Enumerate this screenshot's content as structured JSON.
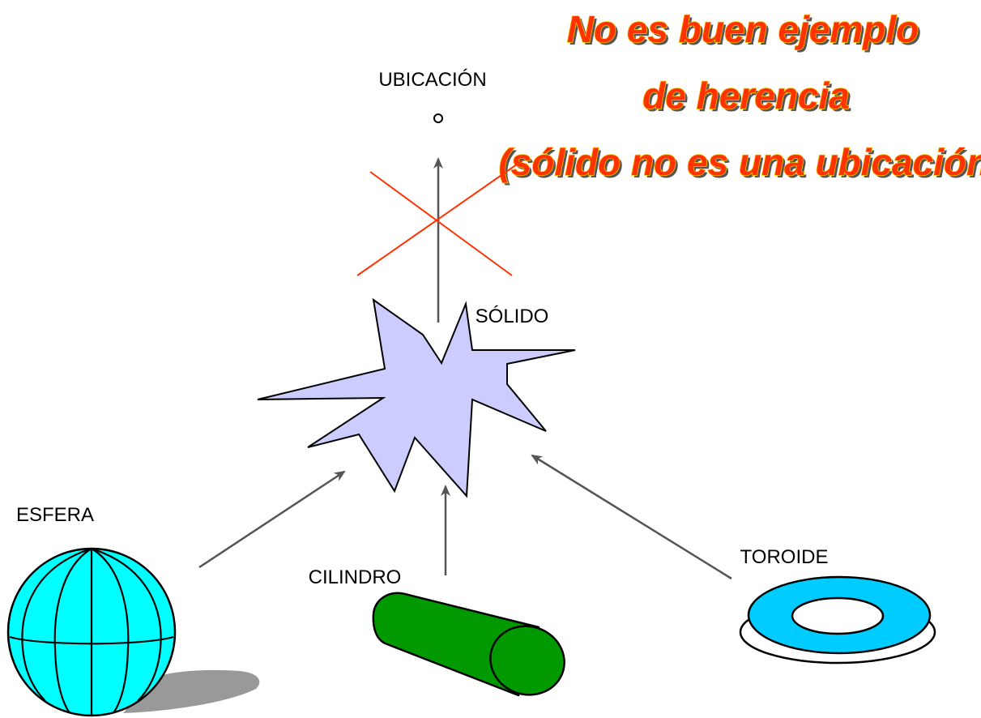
{
  "diagram": {
    "nodes": {
      "location": {
        "label": "UBICACIÓN"
      },
      "solid": {
        "label": "SÓLIDO"
      },
      "sphere": {
        "label": "ESFERA"
      },
      "cylinder": {
        "label": "CILINDRO"
      },
      "torus": {
        "label": "TOROIDE"
      }
    },
    "note": {
      "lines": [
        "No es buen ejemplo",
        "de herencia",
        "(sólido no es una ubicación)"
      ]
    },
    "edges": [
      {
        "from": "solid",
        "to": "location",
        "crossed_out": true
      },
      {
        "from": "sphere",
        "to": "solid"
      },
      {
        "from": "cylinder",
        "to": "solid"
      },
      {
        "from": "torus",
        "to": "solid"
      }
    ],
    "colors": {
      "solid_fill": "#ccccff",
      "sphere_fill": "#00ffff",
      "cylinder_fill": "#009900",
      "torus_fill": "#00ccff",
      "arrow": "#555555",
      "cross": "#ff3300",
      "note_text": "#ff3300",
      "note_outline": "#ffcc00"
    }
  }
}
